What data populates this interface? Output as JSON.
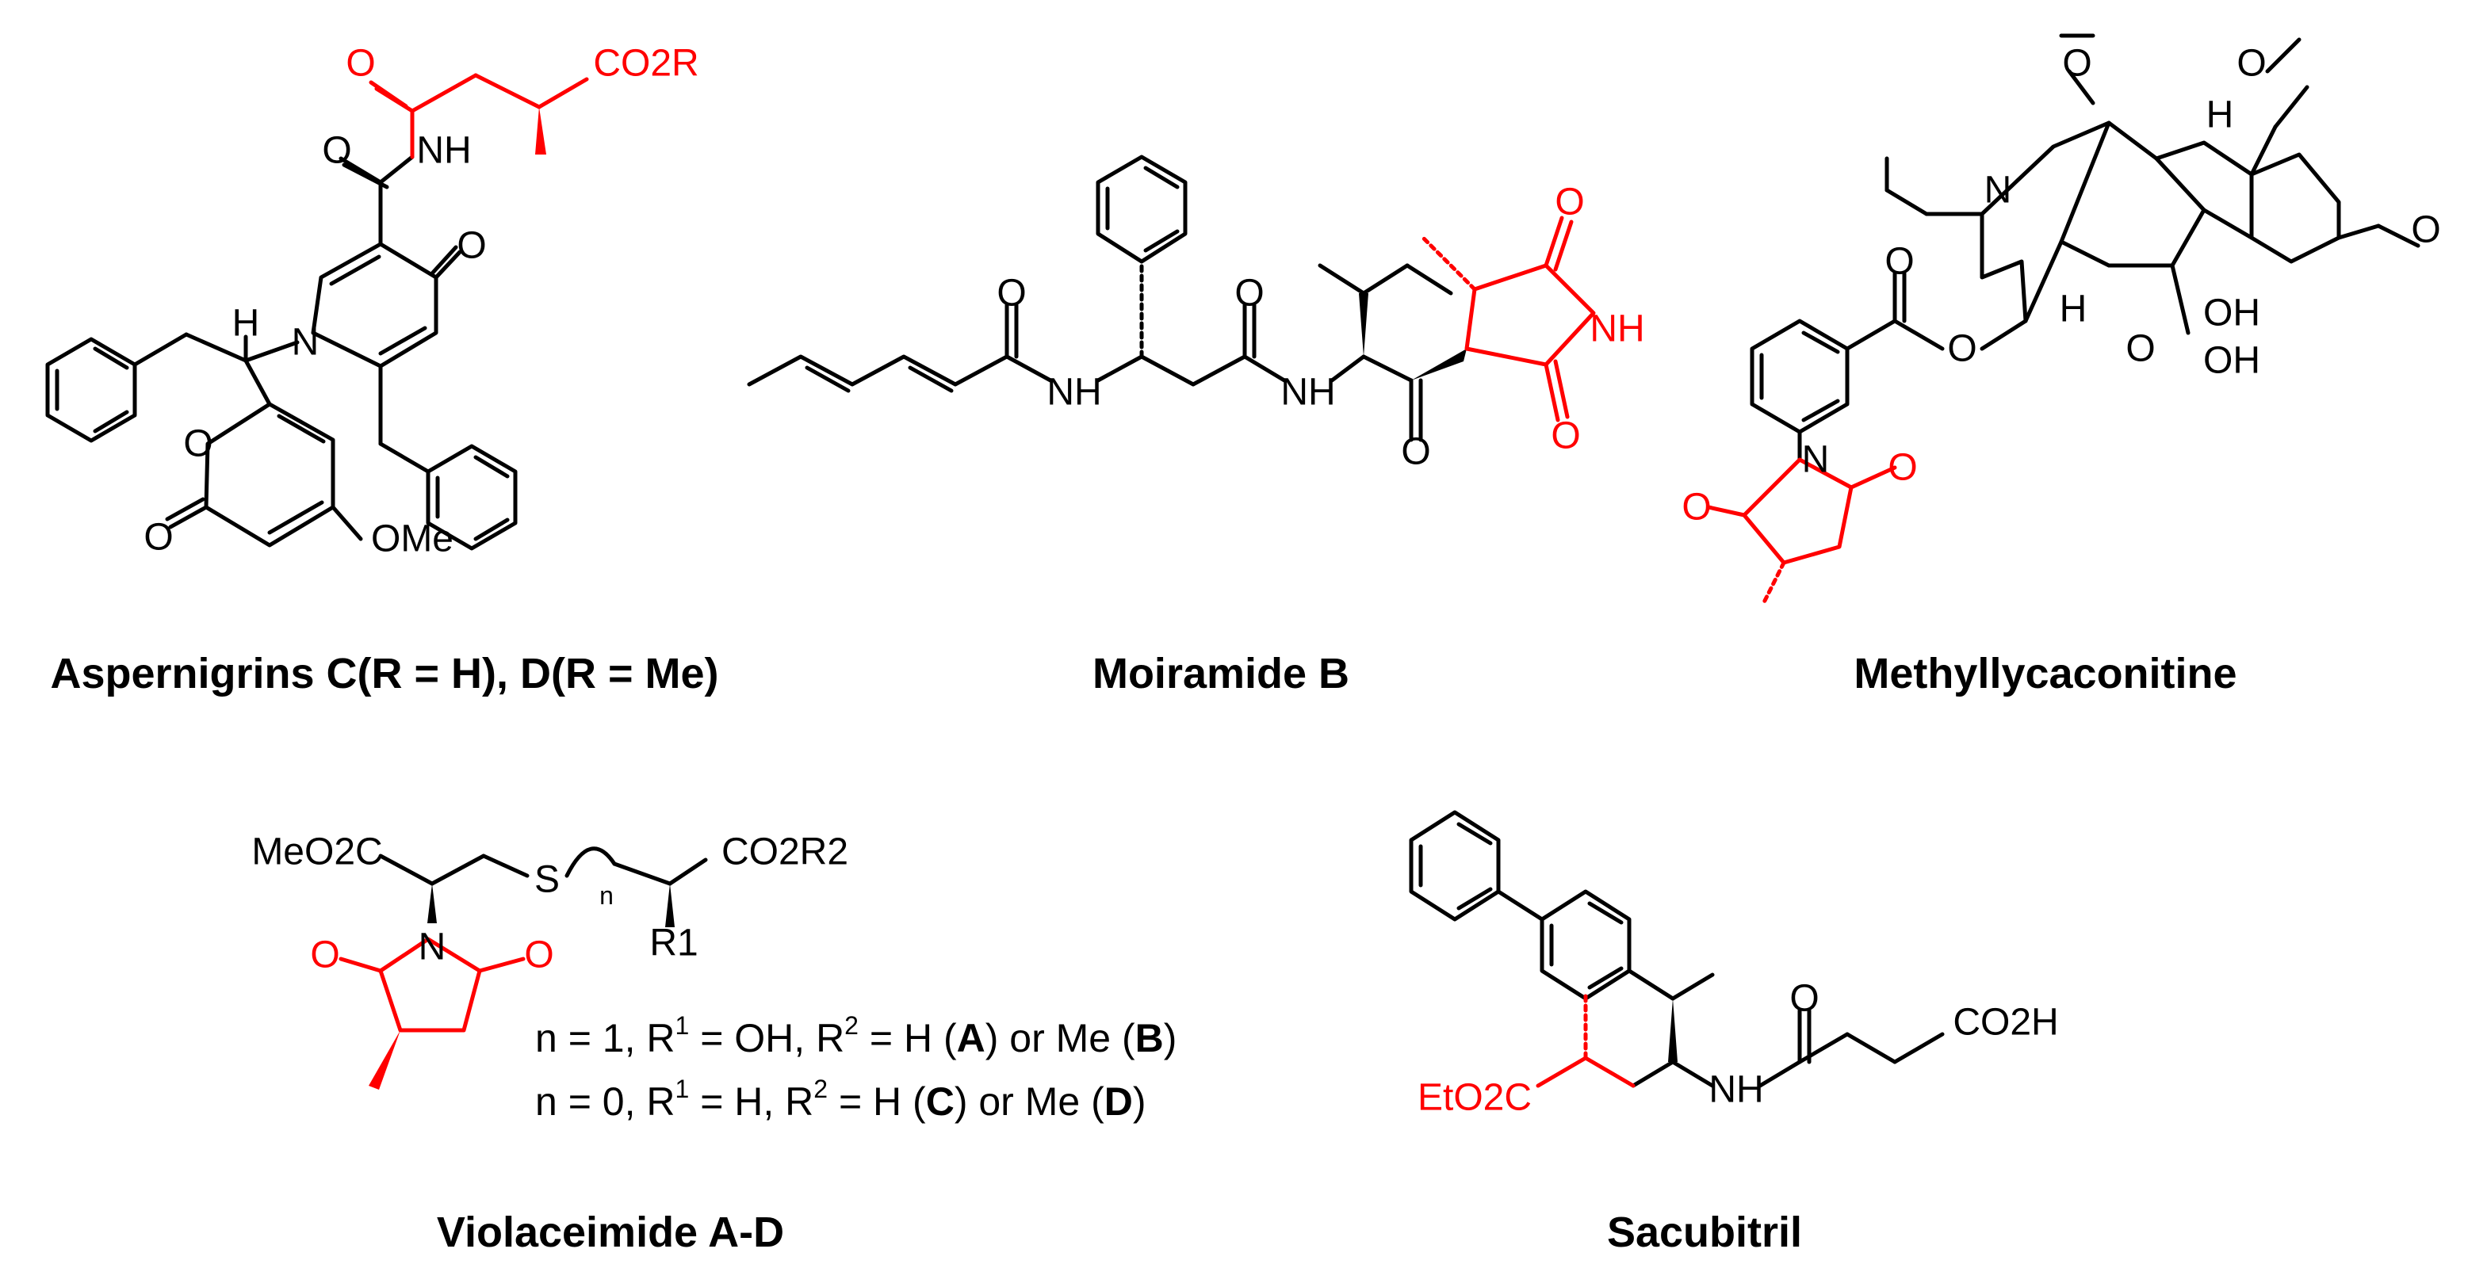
{
  "captions": {
    "aspernigrins": "Aspernigrins C(R = H), D(R = Me)",
    "moiramide": "Moiramide B",
    "methyllycaconitine": "Methyllycaconitine",
    "violaceimide": "Violaceimide A-D",
    "sacubitril": "Sacubitril"
  },
  "violaceimide_notes": {
    "line1_parts": [
      "n = 1, R",
      "1",
      " = OH, R",
      "2",
      " = H (",
      "A",
      ") or Me (",
      "B",
      ")"
    ],
    "line2_parts": [
      "n = 0, R",
      "1",
      " = H,  R",
      "2",
      " = H (",
      "C",
      ") or Me (",
      "D",
      ")"
    ]
  },
  "colors": {
    "bond": "#000000",
    "highlight": "#ff0000",
    "background": "#ffffff"
  },
  "atoms": {
    "O": "O",
    "N": "N",
    "NH": "NH",
    "H": "H",
    "S": "S",
    "OH": "OH",
    "OMe": "OMe",
    "CO2R": "CO2R",
    "CO2H": "CO2H",
    "MeO2C": "MeO2C",
    "EtO2C": "EtO2C",
    "CO2R2": "CO2R2",
    "R1": "R1",
    "n": "n"
  }
}
